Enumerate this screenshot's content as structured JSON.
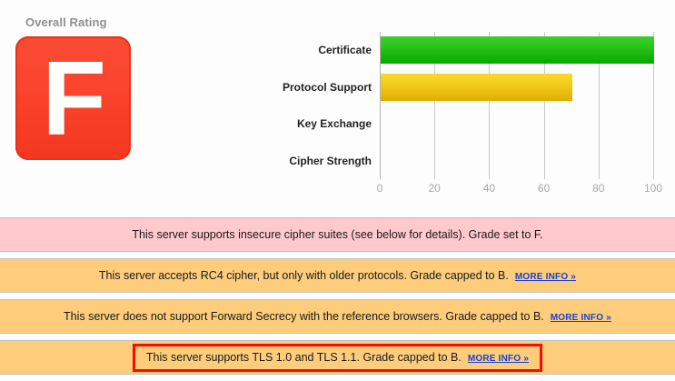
{
  "rating": {
    "title": "Overall Rating",
    "grade": "F",
    "grade_color": "#fa452e"
  },
  "chart_data": {
    "type": "bar",
    "orientation": "horizontal",
    "title": "",
    "xlabel": "",
    "ylabel": "",
    "categories": [
      "Certificate",
      "Protocol Support",
      "Key Exchange",
      "Cipher Strength"
    ],
    "values": [
      100,
      70,
      0,
      0
    ],
    "colors": [
      "#22c01c",
      "#f0c91a",
      "#f0c91a",
      "#f0c91a"
    ],
    "xlim": [
      0,
      100
    ],
    "xticks": [
      0,
      20,
      40,
      60,
      80,
      100
    ],
    "xtick_labels": [
      "0",
      "20",
      "40",
      "60",
      "80",
      "100"
    ],
    "grid": true,
    "legend": false
  },
  "messages": [
    {
      "severity": "error",
      "text": "This server supports insecure cipher suites (see below for details). Grade set to F.",
      "link": "",
      "highlighted": false
    },
    {
      "severity": "warning",
      "text": "This server accepts RC4 cipher, but only with older protocols. Grade capped to B.",
      "link": "MORE INFO »",
      "highlighted": false
    },
    {
      "severity": "warning",
      "text": "This server does not support Forward Secrecy with the reference browsers. Grade capped to B.",
      "link": "MORE INFO »",
      "highlighted": false
    },
    {
      "severity": "warning",
      "text": "This server supports TLS 1.0 and TLS 1.1. Grade capped to B.",
      "link": "MORE INFO »",
      "highlighted": true
    }
  ],
  "colors": {
    "error_bg": "#ffc9cd",
    "warning_bg": "#fdcd7b",
    "highlight_outline": "#fa0c00",
    "link": "#1a3fd4"
  }
}
